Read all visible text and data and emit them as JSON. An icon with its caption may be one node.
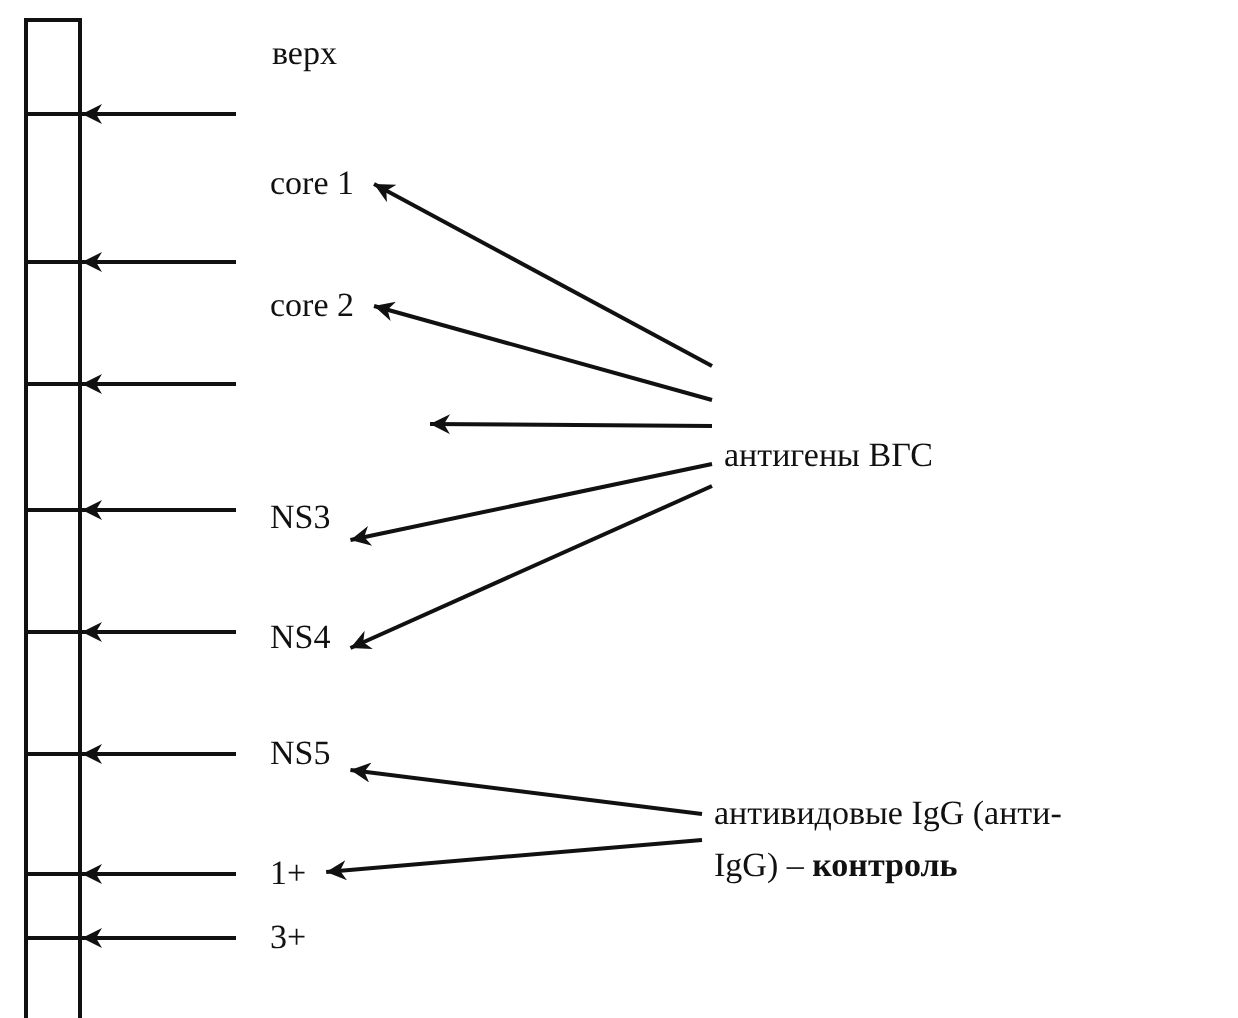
{
  "diagram": {
    "nodes": [
      {
        "text": [],
        "shape": "box"
      },
      {
        "text": [
          "core 1"
        ]
      },
      {
        "text": [
          "core 2"
        ]
      },
      {
        "text": [
          "NS3"
        ]
      },
      {
        "text": [
          "NS4"
        ]
      },
      {
        "text": [
          "NS5"
        ]
      },
      {
        "text": [
          "1+"
        ]
      },
      {
        "text": [
          "антигены ВГС"
        ]
      },
      {
        "text": [
          "антивидовые IgG (анти-IgG) – **контроль**"
        ]
      }
    ],
    "edges": [
      {
        "from": null,
        "to": 0,
        "arrow": "to"
      },
      {
        "from": null,
        "to": 0,
        "arrow": "to"
      },
      {
        "from": null,
        "to": 0,
        "arrow": "to"
      },
      {
        "from": 3,
        "to": 0,
        "arrow": "to"
      },
      {
        "from": 4,
        "to": 0,
        "arrow": "to"
      },
      {
        "from": 5,
        "to": 0,
        "arrow": "to"
      },
      {
        "from": 6,
        "to": 0,
        "arrow": "to"
      },
      {
        "from": null,
        "to": 0,
        "arrow": "to"
      },
      {
        "from": 7,
        "to": 1,
        "arrow": "to"
      },
      {
        "from": 7,
        "to": 2,
        "arrow": "to"
      },
      {
        "from": 7,
        "to": null,
        "arrow": "to"
      },
      {
        "from": 7,
        "to": 3,
        "arrow": "to"
      },
      {
        "from": 7,
        "to": 4,
        "arrow": "to"
      },
      {
        "from": 8,
        "to": 5,
        "arrow": "to"
      },
      {
        "from": 8,
        "to": 6,
        "arrow": "to"
      }
    ],
    "labels": [
      "верх",
      "3+"
    ]
  }
}
